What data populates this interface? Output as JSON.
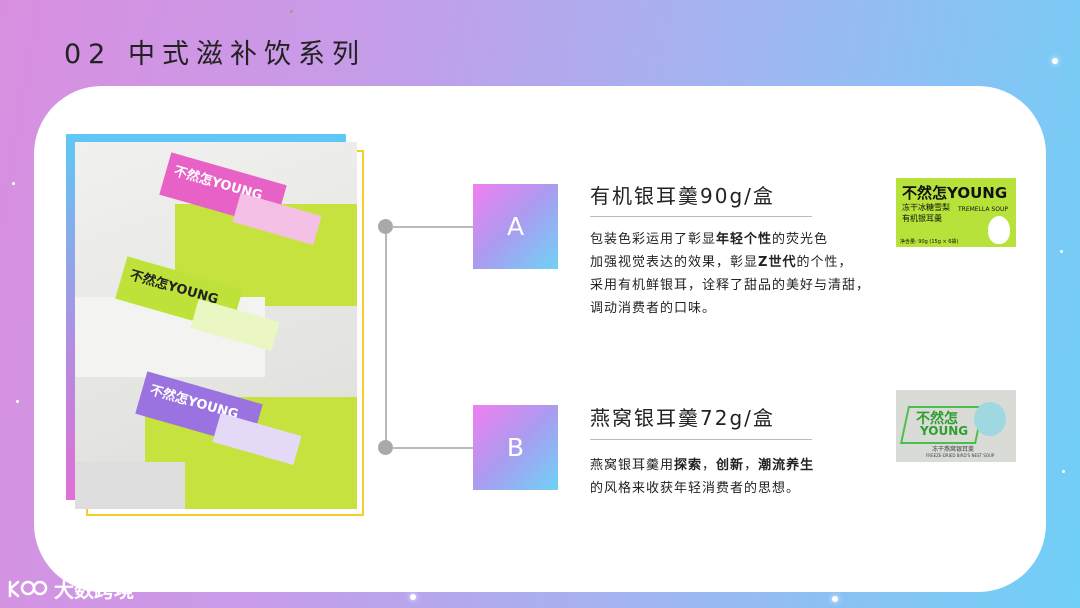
{
  "page": {
    "title": "02 中式滋补饮系列"
  },
  "items": [
    {
      "badge": "A",
      "heading": "有机银耳羹90g/盒",
      "desc_parts": [
        "包装色彩运用了彰显",
        "年轻个性",
        "的荧光色\n加强视觉表达的效果，彰显",
        "Z世代",
        "的个性，\n采用有机鲜银耳，诠释了甜品的美好与清甜，\n调动消费者的口味。"
      ],
      "thumb": {
        "brand": "不然怎YOUNG",
        "sub1": "冻干冰糖雪梨",
        "sub2": "有机银耳羹",
        "en": "TREMELLA SOUP",
        "net": "净含量: 90g (15g × 6袋)"
      }
    },
    {
      "badge": "B",
      "heading": "燕窝银耳羹72g/盒",
      "desc_parts": [
        "燕窝银耳羹用",
        "探索",
        "，",
        "创新",
        "，",
        "潮流养生",
        "\n的风格来收获年轻消费者的思想。"
      ],
      "thumb": {
        "brand_top": "不然怎",
        "brand_bottom": "YOUNG",
        "sub": "冻干燕窝银耳羹",
        "en": "FREEZE-DRIED BIRD'S NEST SOUP"
      }
    }
  ],
  "photo_boxes": [
    {
      "brand": "不然怎YOUNG",
      "color": "#e861c6"
    },
    {
      "brand": "不然怎YOUNG",
      "color": "#bfe23b"
    },
    {
      "brand": "不然怎YOUNG",
      "color": "#9a73e0"
    }
  ],
  "watermark": {
    "text": "大数跨境"
  },
  "colors": {
    "yellow_frame": "#f4cd2c",
    "neon_green": "#bfe23b",
    "pink": "#e861c6",
    "purple": "#9a73e0"
  }
}
